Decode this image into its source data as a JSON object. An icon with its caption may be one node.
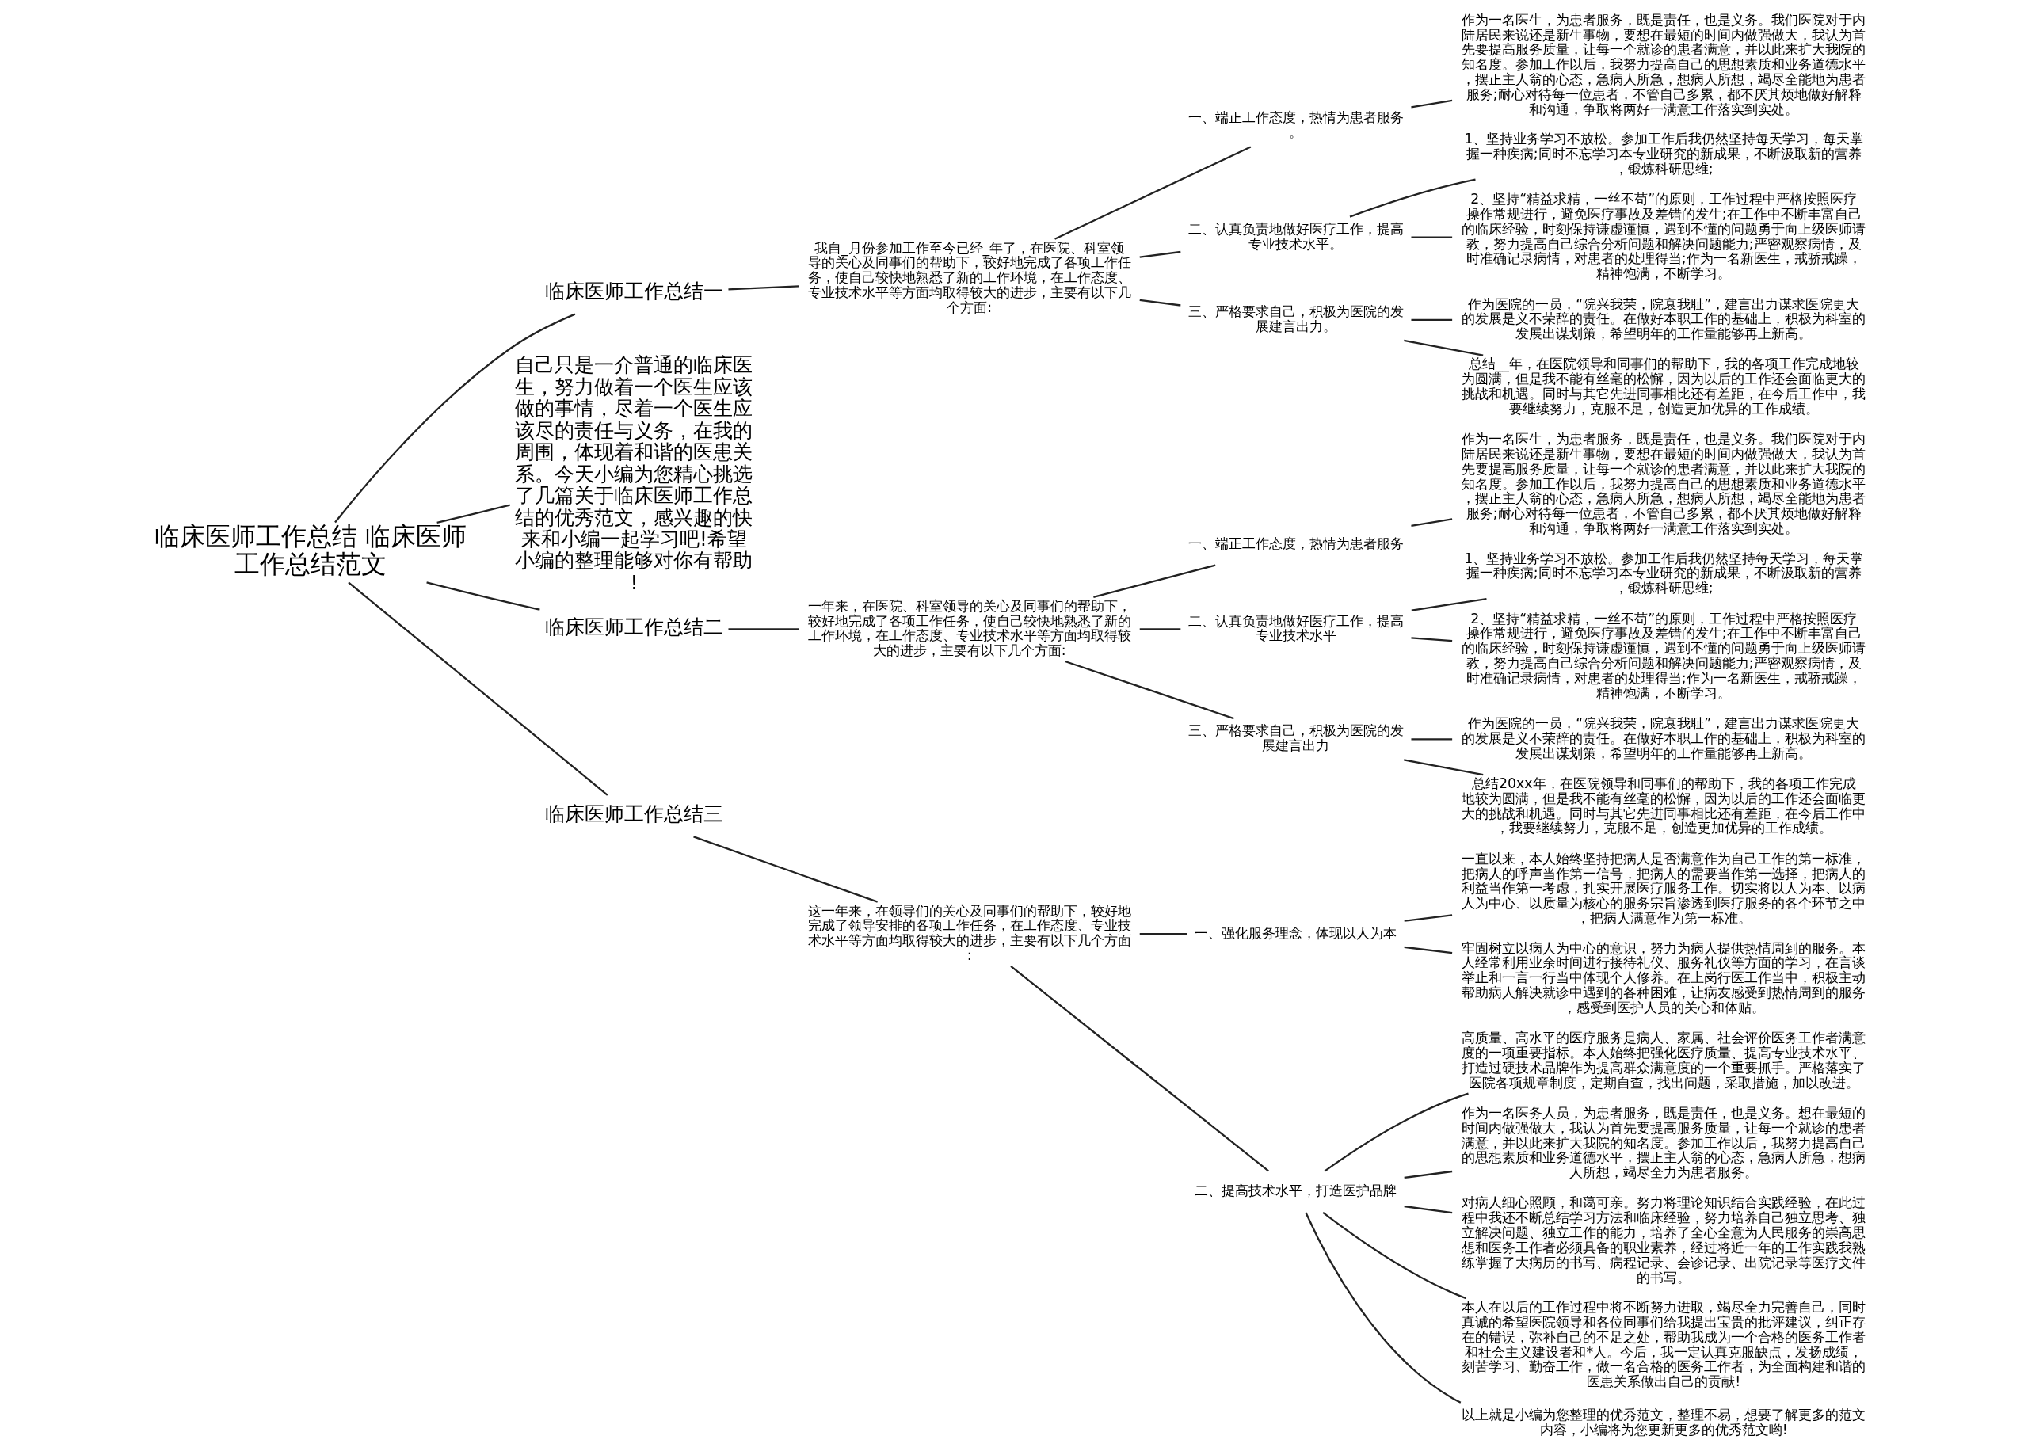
{
  "diagram": {
    "nodes": [
      {
        "text": [
          "临床医师工作总结 临床医师工作总结范文"
        ]
      },
      {
        "text": [
          "临床医师工作总结一"
        ]
      },
      {
        "text": [
          "我自_月份参加工作至今已经_年了，在医院、科室领导的关心及同事们的帮助下，较好地完成了各项工作任务，使自己较快地熟悉了新的工作环境，在工作态度、专业技术水平等方面均取得较大的进步，主要有以下几个方面:"
        ]
      },
      {
        "text": [
          "一、端正工作态度，热情为患者服务。"
        ]
      },
      {
        "text": [
          "作为一名医生，为患者服务，既是责任，也是义务。我们医院对于内陆居民来说还是新生事物，要想在最短的时间内做强做大，我认为首先要提高服务质量，让每一个就诊的患者满意，并以此来扩大我院的知名度。参加工作以后，我努力提高自己的思想素质和业务道德水平，摆正主人翁的心态，急病人所急，想病人所想，竭尽全能地为患者服务;耐心对待每一位患者，不管自己多累，都不厌其烦地做好解释和沟通，争取将两好一满意工作落实到实处。"
        ]
      },
      {
        "text": [
          "二、认真负责地做好医疗工作，提高专业技术水平。"
        ]
      },
      {
        "text": [
          "1、坚持业务学习不放松。参加工作后我仍然坚持每天学习，每天掌握一种疾病;同时不忘学习本专业研究的新成果，不断汲取新的营养，锻炼科研思维;"
        ]
      },
      {
        "text": [
          "2、坚持“精益求精，一丝不苟”的原则，工作过程中严格按照医疗操作常规进行，避免医疗事故及差错的发生;在工作中不断丰富自己的临床经验，时刻保持谦虚谨慎，遇到不懂的问题勇于向上级医师请教，努力提高自己综合分析问题和解决问题能力;严密观察病情，及时准确记录病情，对患者的处理得当;作为一名新医生，戒骄戒躁，精神饱满，不断学习。"
        ]
      },
      {
        "text": [
          "三、严格要求自己，积极为医院的发展建言出力。"
        ]
      },
      {
        "text": [
          "作为医院的一员，“院兴我荣，院衰我耻”，建言出力谋求医院更大的发展是义不荣辞的责任。在做好本职工作的基础上，积极为科室的发展出谋划策，希望明年的工作量能够再上新高。"
        ]
      },
      {
        "text": [
          "总结__年，在医院领导和同事们的帮助下，我的各项工作完成地较为圆满，但是我不能有丝毫的松懈，因为以后的工作还会面临更大的挑战和机遇。同时与其它先进同事相比还有差距，在今后工作中，我要继续努力，克服不足，创造更加优异的工作成绩。"
        ]
      },
      {
        "text": [
          "自己只是一介普通的临床医生，努力做着一个医生应该做的事情，尽着一个医生应该尽的责任与义务，在我的周围，体现着和谐的医患关系。今天小编为您精心挑选了几篇关于临床医师工作总结的优秀范文，感兴趣的快来和小编一起学习吧!希望小编的整理能够对你有帮助!"
        ]
      },
      {
        "text": [
          "临床医师工作总结二"
        ]
      },
      {
        "text": [
          "一年来，在医院、科室领导的关心及同事们的帮助下，较好地完成了各项工作任务，使自己较快地熟悉了新的工作环境，在工作态度、专业技术水平等方面均取得较大的进步，主要有以下几个方面:"
        ]
      },
      {
        "text": [
          "一、端正工作态度，热情为患者服务"
        ]
      },
      {
        "text": [
          "作为一名医生，为患者服务，既是责任，也是义务。我们医院对于内陆居民来说还是新生事物，要想在最短的时间内做强做大，我认为首先要提高服务质量，让每一个就诊的患者满意，并以此来扩大我院的知名度。参加工作以后，我努力提高自己的思想素质和业务道德水平，摆正主人翁的心态，急病人所急，想病人所想，竭尽全能地为患者服务;耐心对待每一位患者，不管自己多累，都不厌其烦地做好解释和沟通，争取将两好一满意工作落实到实处。"
        ]
      },
      {
        "text": [
          "二、认真负责地做好医疗工作，提高专业技术水平"
        ]
      },
      {
        "text": [
          "1、坚持业务学习不放松。参加工作后我仍然坚持每天学习，每天掌握一种疾病;同时不忘学习本专业研究的新成果，不断汲取新的营养，锻炼科研思维;"
        ]
      },
      {
        "text": [
          "2、坚持“精益求精，一丝不苟”的原则，工作过程中严格按照医疗操作常规进行，避免医疗事故及差错的发生;在工作中不断丰富自己的临床经验，时刻保持谦虚谨慎，遇到不懂的问题勇于向上级医师请教，努力提高自己综合分析问题和解决问题能力;严密观察病情，及时准确记录病情，对患者的处理得当;作为一名新医生，戒骄戒躁，精神饱满，不断学习。"
        ]
      },
      {
        "text": [
          "三、严格要求自己，积极为医院的发展建言出力"
        ]
      },
      {
        "text": [
          "作为医院的一员，“院兴我荣，院衰我耻”，建言出力谋求医院更大的发展是义不荣辞的责任。在做好本职工作的基础上，积极为科室的发展出谋划策，希望明年的工作量能够再上新高。"
        ]
      },
      {
        "text": [
          "总结20xx年，在医院领导和同事们的帮助下，我的各项工作完成地较为圆满，但是我不能有丝毫的松懈，因为以后的工作还会面临更大的挑战和机遇。同时与其它先进同事相比还有差距，在今后工作中，我要继续努力，克服不足，创造更加优异的工作成绩。"
        ]
      },
      {
        "text": [
          "临床医师工作总结三"
        ]
      },
      {
        "text": [
          "这一年来，在领导们的关心及同事们的帮助下，较好地完成了领导安排的各项工作任务，在工作态度、专业技术水平等方面均取得较大的进步，主要有以下几个方面:"
        ]
      },
      {
        "text": [
          "一、强化服务理念，体现以人为本"
        ]
      },
      {
        "text": [
          "一直以来，本人始终坚持把病人是否满意作为自己工作的第一标准，把病人的呼声当作第一信号，把病人的需要当作第一选择，把病人的利益当作第一考虑，扎实开展医疗服务工作。切实将以人为本、以病人为中心、以质量为核心的服务宗旨渗透到医疗服务的各个环节之中，把病人满意作为第一标准。"
        ]
      },
      {
        "text": [
          "牢固树立以病人为中心的意识，努力为病人提供热情周到的服务。本人经常利用业余时间进行接待礼仪、服务礼仪等方面的学习，在言谈举止和一言一行当中体现个人修养。在上岗行医工作当中，积极主动帮助病人解决就诊中遇到的各种困难，让病友感受到热情周到的服务，感受到医护人员的关心和体贴。"
        ]
      },
      {
        "text": [
          "二、提高技术水平，打造医护品牌"
        ]
      },
      {
        "text": [
          "高质量、高水平的医疗服务是病人、家属、社会评价医务工作者满意度的一项重要指标。本人始终把强化医疗质量、提高专业技术水平、打造过硬技术品牌作为提高群众满意度的一个重要抓手。严格落实了医院各项规章制度，定期自查，找出问题，采取措施，加以改进。"
        ]
      },
      {
        "text": [
          "作为一名医务人员，为患者服务，既是责任，也是义务。想在最短的时间内做强做大，我认为首先要提高服务质量，让每一个就诊的患者满意，并以此来扩大我院的知名度。参加工作以后，我努力提高自己的思想素质和业务道德水平，摆正主人翁的心态，急病人所急，想病人所想，竭尽全力为患者服务。"
        ]
      },
      {
        "text": [
          "对病人细心照顾，和蔼可亲。努力将理论知识结合实践经验，在此过程中我还不断总结学习方法和临床经验，努力培养自己独立思考、独立解决问题、独立工作的能力，培养了全心全意为人民服务的崇高思想和医务工作者必须具备的职业素养，经过将近一年的工作实践我熟练掌握了大病历的书写、病程记录、会诊记录、出院记录等医疗文件的书写。"
        ]
      },
      {
        "text": [
          "本人在以后的工作过程中将不断努力进取，竭尽全力完善自己，同时真诚的希望医院领导和各位同事们给我提出宝贵的批评建议，纠正存在的错误，弥补自己的不足之处，帮助我成为一个合格的医务工作者和社会主义建设者和*人。今后，我一定认真克服缺点，发扬成绩，刻苦学习、勤奋工作，做一名合格的医务工作者，为全面构建和谐的医患关系做出自己的贡献!"
        ]
      },
      {
        "text": [
          "以上就是小编为您整理的优秀范文，整理不易，想要了解更多的范文内容，小编将为您更新更多的优秀范文哟!"
        ]
      }
    ],
    "edges": [
      {
        "from": 0,
        "to": 1,
        "arrow": "none"
      },
      {
        "from": 1,
        "to": 2,
        "arrow": "none"
      },
      {
        "from": 2,
        "to": 3,
        "arrow": "none"
      },
      {
        "from": 3,
        "to": 4,
        "arrow": "none"
      },
      {
        "from": 2,
        "to": 5,
        "arrow": "none"
      },
      {
        "from": 5,
        "to": 6,
        "arrow": "none"
      },
      {
        "from": 5,
        "to": 7,
        "arrow": "none"
      },
      {
        "from": 2,
        "to": 8,
        "arrow": "none"
      },
      {
        "from": 8,
        "to": 9,
        "arrow": "none"
      },
      {
        "from": 8,
        "to": 10,
        "arrow": "none"
      },
      {
        "from": 0,
        "to": 11,
        "arrow": "none"
      },
      {
        "from": 0,
        "to": 12,
        "arrow": "none"
      },
      {
        "from": 12,
        "to": 13,
        "arrow": "none"
      },
      {
        "from": 13,
        "to": 14,
        "arrow": "none"
      },
      {
        "from": 14,
        "to": 15,
        "arrow": "none"
      },
      {
        "from": 13,
        "to": 16,
        "arrow": "none"
      },
      {
        "from": 16,
        "to": 17,
        "arrow": "none"
      },
      {
        "from": 16,
        "to": 18,
        "arrow": "none"
      },
      {
        "from": 13,
        "to": 19,
        "arrow": "none"
      },
      {
        "from": 19,
        "to": 20,
        "arrow": "none"
      },
      {
        "from": 19,
        "to": 21,
        "arrow": "none"
      },
      {
        "from": 0,
        "to": 22,
        "arrow": "none"
      },
      {
        "from": 22,
        "to": 23,
        "arrow": "none"
      },
      {
        "from": 23,
        "to": 24,
        "arrow": "none"
      },
      {
        "from": 24,
        "to": 25,
        "arrow": "none"
      },
      {
        "from": 24,
        "to": 26,
        "arrow": "none"
      },
      {
        "from": 23,
        "to": 27,
        "arrow": "none"
      },
      {
        "from": 27,
        "to": 28,
        "arrow": "none"
      },
      {
        "from": 27,
        "to": 29,
        "arrow": "none"
      },
      {
        "from": 27,
        "to": 30,
        "arrow": "none"
      },
      {
        "from": 27,
        "to": 31,
        "arrow": "none"
      },
      {
        "from": 27,
        "to": 32,
        "arrow": "none"
      }
    ]
  }
}
